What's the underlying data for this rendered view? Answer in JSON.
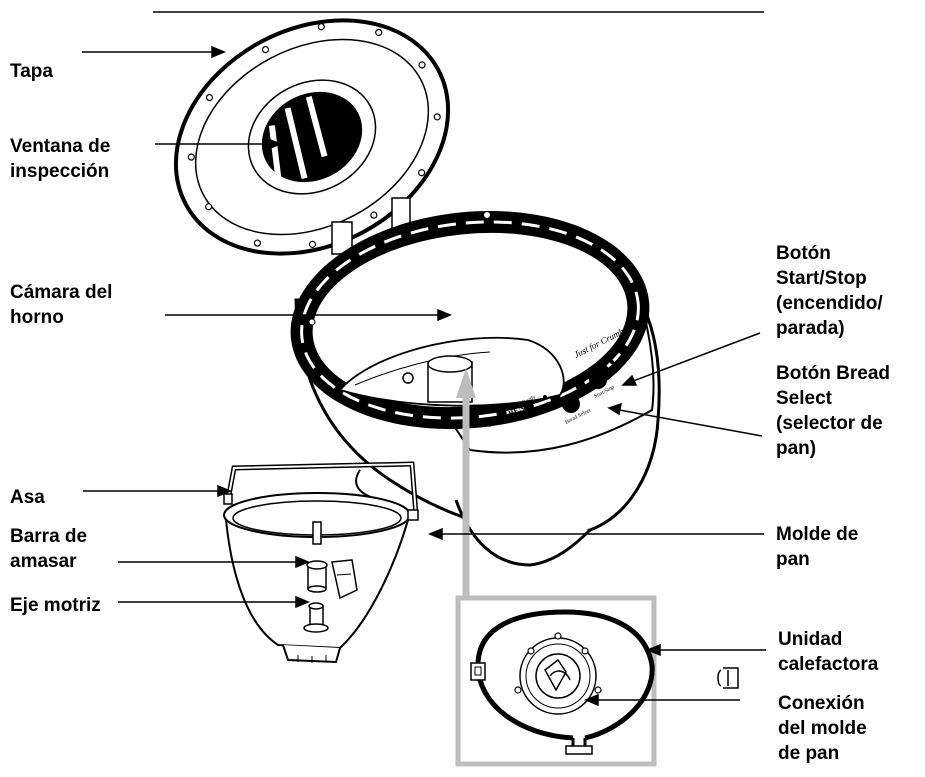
{
  "labels": {
    "tapa": [
      "Tapa"
    ],
    "ventana": [
      "Ventana de",
      "inspección"
    ],
    "camara": [
      "Cámara del",
      "horno"
    ],
    "asa": [
      "Asa"
    ],
    "barra": [
      "Barra de",
      "amasar"
    ],
    "eje": [
      "Eje motriz"
    ],
    "start": [
      "Botón",
      "Start/Stop",
      "(encendido/",
      "parada)"
    ],
    "bread": [
      "Botón Bread",
      "Select",
      "(selector de",
      "pan)"
    ],
    "molde": [
      "Molde de",
      "pan"
    ],
    "unidad": [
      "Unidad",
      "calefactora"
    ],
    "conexion": [
      "Conexión",
      "del molde",
      "de pan"
    ]
  },
  "panel_text": {
    "brand": "WEST BEND",
    "button1": "Bread Select",
    "button2": "Start/Stop",
    "ind1": "Bake/Ready",
    "ind2": "Mixed",
    "logo": "Just for Crumb"
  },
  "colors": {
    "ink": "#000000",
    "grey_arrow": "#bdbdbd",
    "paper": "#ffffff"
  }
}
